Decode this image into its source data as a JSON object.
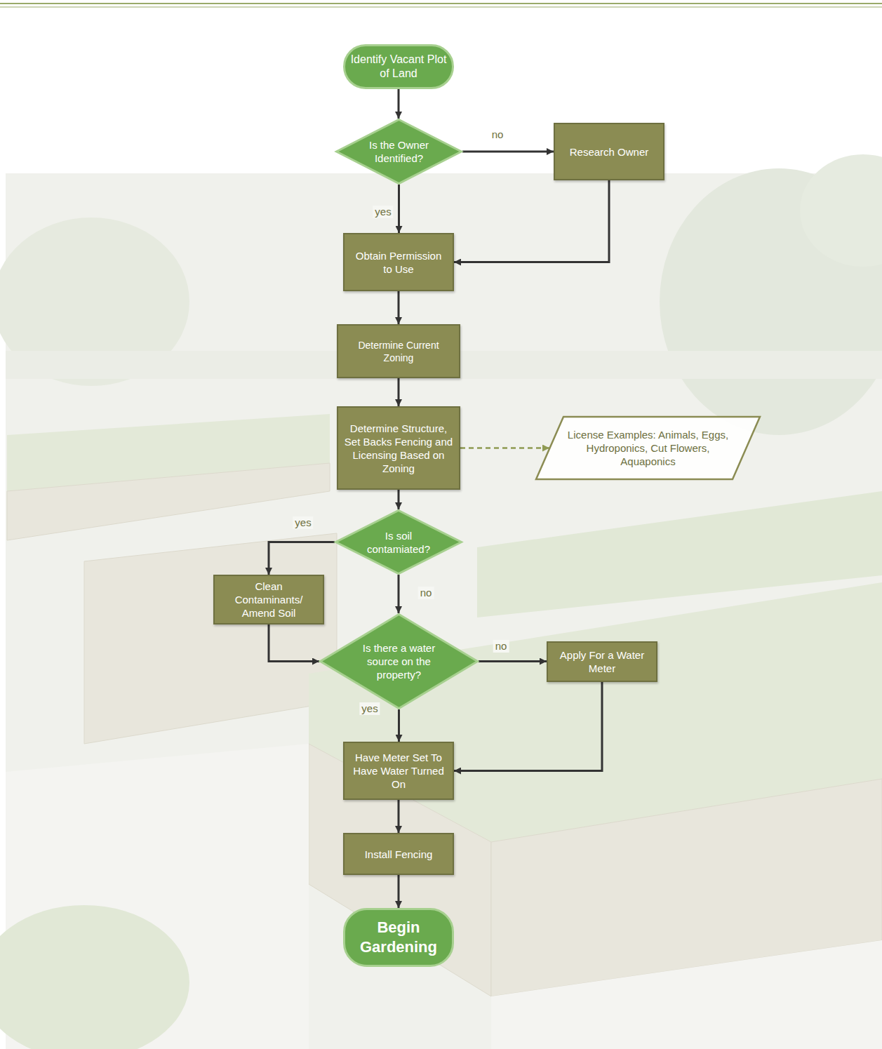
{
  "diagram": {
    "nodes": [
      {
        "text": [
          "Identify Vacant Plot of Land"
        ]
      },
      {
        "text": [
          "Is the Owner Identified?"
        ]
      },
      {
        "text": [
          "Research Owner"
        ]
      },
      {
        "text": [
          "Obtain Permission to Use"
        ]
      },
      {
        "text": [
          "Determine Current Zoning"
        ]
      },
      {
        "text": [
          "Determine Structure, Set Backs Fencing and Licensing Based on Zoning"
        ]
      },
      {
        "text": [
          "License Examples: Animals, Eggs, Hydroponics, Cut Flowers, Aquaponics"
        ]
      },
      {
        "text": [
          "Is soil contamiated?"
        ]
      },
      {
        "text": [
          "Clean Contaminants/ Amend Soil"
        ]
      },
      {
        "text": [
          "Is there a water source on the property?"
        ]
      },
      {
        "text": [
          "Apply For a Water Meter"
        ]
      },
      {
        "text": [
          "Have Meter Set To Have Water Turned On"
        ]
      },
      {
        "text": [
          "Install Fencing"
        ]
      },
      {
        "text": [
          "Begin Gardening"
        ]
      }
    ],
    "edges": [
      {
        "from": 0,
        "to": 1,
        "arrow": "to"
      },
      {
        "from": 1,
        "to": 2,
        "label": "no",
        "arrow": "to"
      },
      {
        "from": 1,
        "to": 3,
        "label": "yes",
        "arrow": "to"
      },
      {
        "from": 2,
        "to": 3,
        "arrow": "to"
      },
      {
        "from": 3,
        "to": 4,
        "arrow": "to"
      },
      {
        "from": 4,
        "to": 5,
        "arrow": "to"
      },
      {
        "from": 5,
        "to": 6,
        "arrow": "to"
      },
      {
        "from": 5,
        "to": 7,
        "arrow": "to"
      },
      {
        "from": 7,
        "to": 8,
        "label": "yes",
        "arrow": "to"
      },
      {
        "from": 7,
        "to": 9,
        "label": "no",
        "arrow": "to"
      },
      {
        "from": 8,
        "to": 9,
        "arrow": "to"
      },
      {
        "from": 9,
        "to": 10,
        "label": "no",
        "arrow": "to"
      },
      {
        "from": 9,
        "to": 11,
        "label": "yes",
        "arrow": "to"
      },
      {
        "from": 10,
        "to": 11,
        "arrow": "to"
      },
      {
        "from": 11,
        "to": 12,
        "arrow": "to"
      },
      {
        "from": 12,
        "to": 13,
        "arrow": "to"
      }
    ]
  }
}
